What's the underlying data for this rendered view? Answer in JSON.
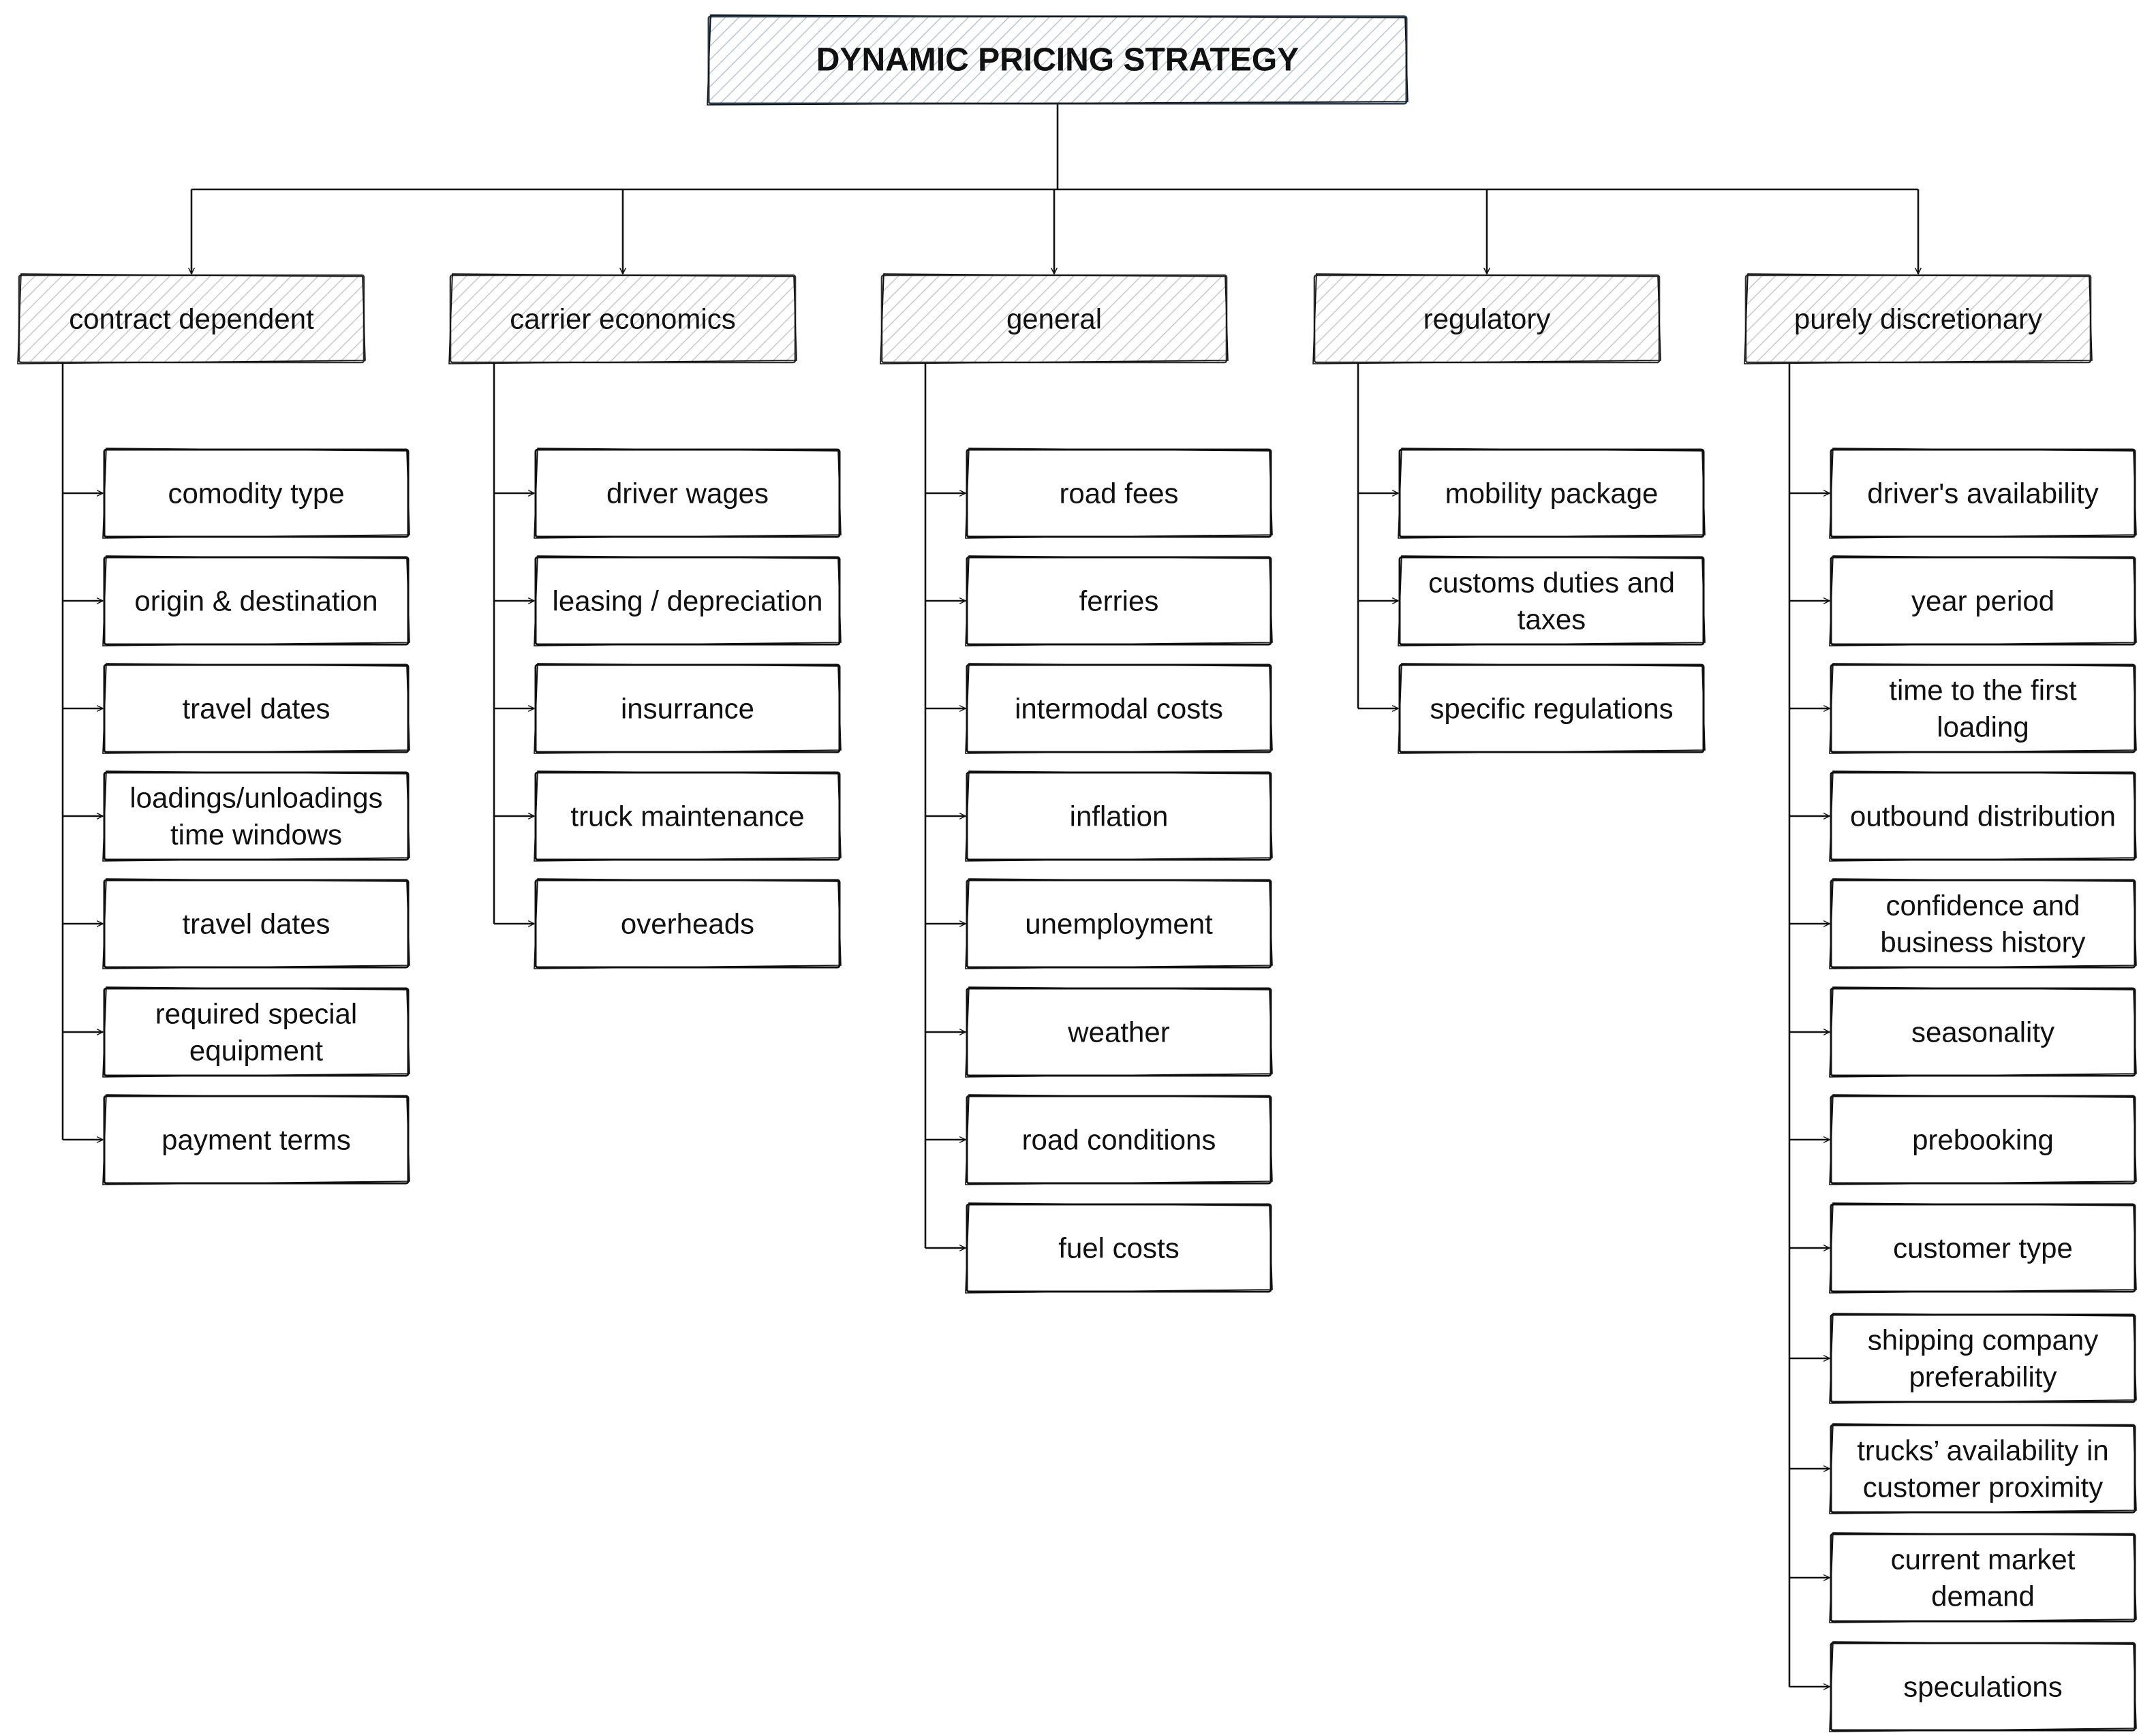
{
  "root": {
    "label": "DYNAMIC PRICING STRATEGY"
  },
  "categories": [
    {
      "label": "contract dependent",
      "items": [
        [
          "comodity type"
        ],
        [
          "origin & destination"
        ],
        [
          "travel dates"
        ],
        [
          "loadings/unloadings",
          "time windows"
        ],
        [
          "travel dates"
        ],
        [
          "required special",
          "equipment"
        ],
        [
          "payment terms"
        ]
      ]
    },
    {
      "label": "carrier economics",
      "items": [
        [
          "driver wages"
        ],
        [
          "leasing / depreciation"
        ],
        [
          "insurrance"
        ],
        [
          "truck maintenance"
        ],
        [
          "overheads"
        ]
      ]
    },
    {
      "label": "general",
      "items": [
        [
          "road fees"
        ],
        [
          "ferries"
        ],
        [
          "intermodal costs"
        ],
        [
          "inflation"
        ],
        [
          "unemployment"
        ],
        [
          "weather"
        ],
        [
          "road conditions"
        ],
        [
          "fuel costs"
        ]
      ]
    },
    {
      "label": "regulatory",
      "items": [
        [
          "mobility package"
        ],
        [
          "customs duties and",
          "taxes"
        ],
        [
          "specific regulations"
        ]
      ]
    },
    {
      "label": "purely discretionary",
      "items": [
        [
          "driver's availability"
        ],
        [
          "year period"
        ],
        [
          "time to the first",
          "loading"
        ],
        [
          "outbound distribution"
        ],
        [
          "confidence and",
          "business history"
        ],
        [
          "seasonality"
        ],
        [
          "prebooking"
        ],
        [
          "customer type"
        ],
        [
          "shipping company",
          "preferability"
        ],
        [
          "trucks’ availability in",
          "customer proximity"
        ],
        [
          "current market",
          "demand"
        ],
        [
          "speculations"
        ]
      ]
    }
  ]
}
